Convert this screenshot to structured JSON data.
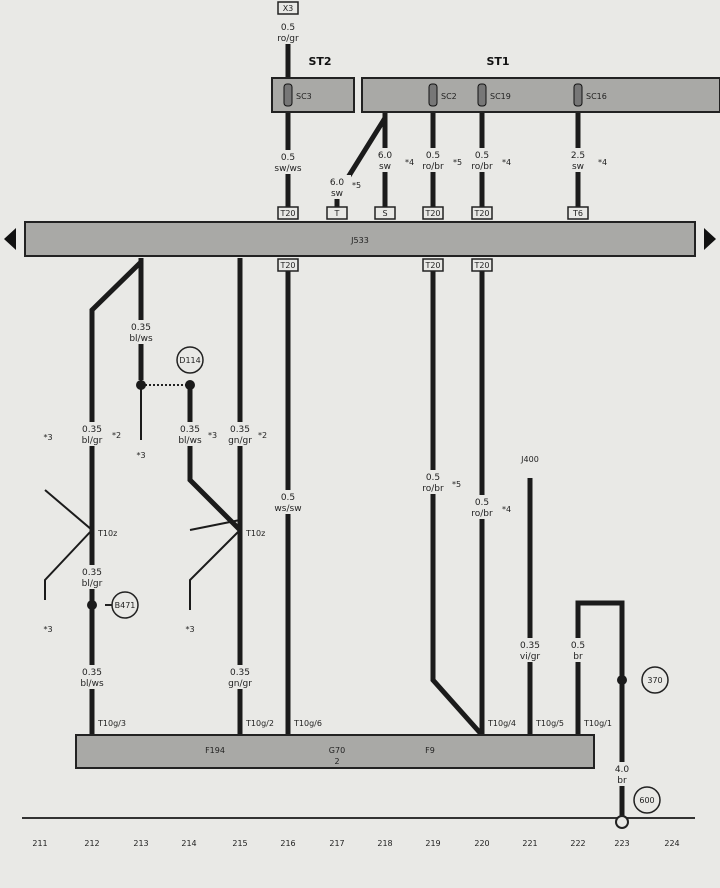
{
  "top": {
    "source_connector": "X3",
    "st2_label": "ST2",
    "st1_label": "ST1",
    "st2_fuse": "SC3",
    "st1_fuses": [
      "SC2",
      "SC19",
      "SC16"
    ]
  },
  "main_unit": {
    "label": "J533"
  },
  "top_connectors": [
    "T20",
    "T",
    "S",
    "T20",
    "T20",
    "T6"
  ],
  "top_wires": [
    {
      "gauge": "0.5",
      "color": "ro/gr"
    },
    {
      "gauge": "0.5",
      "color": "sw/ws"
    },
    {
      "gauge": "6.0",
      "color": "sw",
      "note": "*5"
    },
    {
      "gauge": "6.0",
      "color": "sw",
      "note": "*4"
    },
    {
      "gauge": "0.5",
      "color": "ro/br",
      "note": "*5"
    },
    {
      "gauge": "0.5",
      "color": "ro/br",
      "note": "*4"
    },
    {
      "gauge": "2.5",
      "color": "sw",
      "note": "*4"
    }
  ],
  "lower_connectors": [
    "T20",
    "T20",
    "T20"
  ],
  "lower_wires": [
    {
      "gauge": "0.35",
      "color": "bl/ws"
    },
    {
      "gauge": "0.35",
      "color": "bl/gr",
      "note": "*2"
    },
    {
      "gauge": "0.35",
      "color": "bl/ws",
      "note": "*3"
    },
    {
      "gauge": "0.35",
      "color": "gn/gr",
      "note": "*2"
    },
    {
      "gauge": "0.35",
      "color": "bl/gr"
    },
    {
      "gauge": "0.35",
      "color": "bl/ws"
    },
    {
      "gauge": "0.35",
      "color": "gn/gr"
    },
    {
      "gauge": "0.5",
      "color": "ws/sw"
    },
    {
      "gauge": "0.5",
      "color": "ro/br",
      "note": "*5"
    },
    {
      "gauge": "0.5",
      "color": "ro/br",
      "note": "*4"
    },
    {
      "gauge": "0.35",
      "color": "vi/gr"
    },
    {
      "gauge": "0.5",
      "color": "br"
    },
    {
      "gauge": "4.0",
      "color": "br"
    }
  ],
  "notes_loose": [
    "*3",
    "*3",
    "*3",
    "*3"
  ],
  "splices": [
    "D114",
    "B471",
    "370",
    "600"
  ],
  "connector_j400": "J400",
  "inline_connectors": [
    "T10z",
    "T10z"
  ],
  "bottom_unit": {
    "labels": [
      "F194",
      "G70",
      "F9"
    ],
    "sub": "2"
  },
  "bottom_pins": [
    "T10g/3",
    "T10g/2",
    "T10g/6",
    "T10g/4",
    "T10g/5",
    "T10g/1"
  ],
  "columns": [
    "211",
    "212",
    "213",
    "214",
    "215",
    "216",
    "217",
    "218",
    "219",
    "220",
    "221",
    "222",
    "223",
    "224"
  ]
}
